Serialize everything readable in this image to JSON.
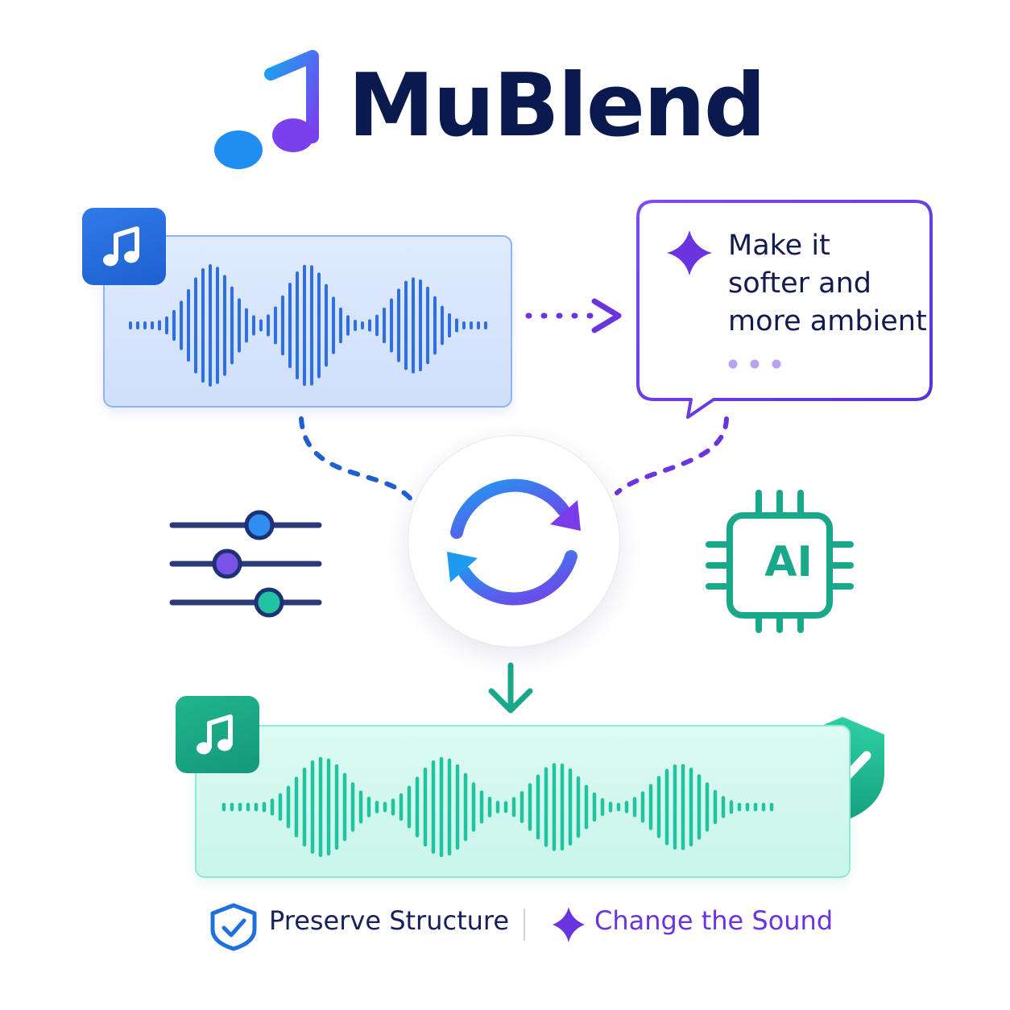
{
  "app": {
    "title": "MuBlend"
  },
  "prompt_bubble": {
    "lines": [
      "Make it",
      "softer and",
      "more ambient"
    ]
  },
  "ai_chip": {
    "label": "AI"
  },
  "footer": {
    "preserve_label": "Preserve Structure",
    "change_label": "Change the Sound"
  },
  "icons": {
    "logo": "music-note-icon",
    "input_tile": "music-note-icon",
    "output_tile": "music-note-icon",
    "prompt": "sparkle-icon",
    "center": "sync-icon",
    "controls": "sliders-icon",
    "ai": "ai-chip-icon",
    "check": "shield-check-icon"
  },
  "colors": {
    "title": "#0b1a4e",
    "input_wave": "#2f6fe0",
    "output_wave": "#22c3a0",
    "accent_purple": "#6a34e0",
    "accent_teal": "#1aa88a",
    "accent_blue": "#1f5fcf"
  }
}
